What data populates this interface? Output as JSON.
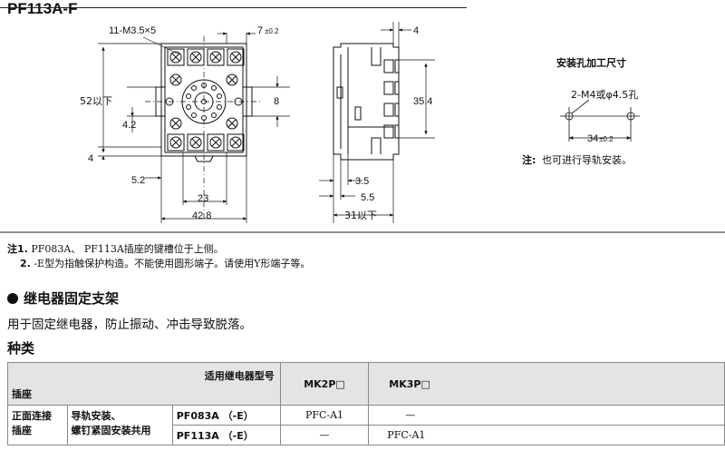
{
  "header": {
    "model": "PF113A-F"
  },
  "drawing": {
    "labels": {
      "screws": "11-M3.5×5",
      "dim_7": "7",
      "dim_7_tol": "±0.2",
      "dim_52": "52以下",
      "dim_4_2": "4.2",
      "dim_4_left": "4",
      "dim_5_2": "5.2",
      "dim_23": "23",
      "dim_42_8": "42.8",
      "dim_8": "8",
      "dim_4_side": "4",
      "dim_35_4": "35.4",
      "dim_3_5": "3.5",
      "dim_5_5": "5.5",
      "dim_31": "31以下"
    },
    "mounting": {
      "title": "安装孔加工尺寸",
      "holes": "2-M4或φ4.5孔",
      "pitch": "34",
      "pitch_tol": "±0.2",
      "note_label": "注:",
      "note_text": "也可进行导轨安装。"
    }
  },
  "notes": {
    "n1_label": "注1.",
    "n1_text": "PF083A、 PF113A插座的键槽位于上侧。",
    "n2_label": "2.",
    "n2_text": "-E型为指触保护构造。不能使用圆形端子。请使用Y形端子等。"
  },
  "section": {
    "title": "继电器固定支架",
    "description": "用于固定继电器，防止振动、冲击导致脱落。",
    "kinds": "种类"
  },
  "table": {
    "header_relay": "适用继电器型号",
    "header_socket": "插座",
    "col_mk2p": "MK2P□",
    "col_mk3p": "MK3P□",
    "row_group": "正面连接\n插座",
    "row_sub": "导轨安装、\n螺钉紧固安装共用",
    "rows": [
      {
        "model": "PF083A （-E）",
        "mk2p": "PFC-A1",
        "mk3p": "—"
      },
      {
        "model": "PF113A （-E）",
        "mk2p": "—",
        "mk3p": "PFC-A1"
      }
    ]
  }
}
